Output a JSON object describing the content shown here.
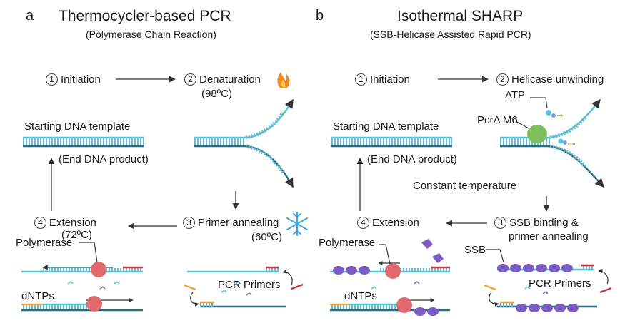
{
  "panel_a": {
    "letter": "a",
    "title": "Thermocycler-based PCR",
    "subtitle": "(Polymerase Chain Reaction)",
    "step1": {
      "num": "1",
      "label": "Initiation"
    },
    "step2": {
      "num": "2",
      "label": "Denaturation",
      "temp": "(98ºC)",
      "icon": "flame-icon"
    },
    "step3": {
      "num": "3",
      "label": "Primer annealing",
      "temp": "(60ºC)",
      "icon": "snowflake-icon"
    },
    "step4": {
      "num": "4",
      "label": "Extension",
      "temp": "(72ºC)"
    },
    "template_label": "Starting DNA template",
    "product_label": "(End DNA product)",
    "polymerase_label": "Polymerase",
    "dntps_label": "dNTPs",
    "primers_label": "PCR Primers"
  },
  "panel_b": {
    "letter": "b",
    "title": "Isothermal SHARP",
    "subtitle": "(SSB-Helicase Assisted Rapid PCR)",
    "step1": {
      "num": "1",
      "label": "Initiation"
    },
    "step2": {
      "num": "2",
      "label": "Helicase unwinding"
    },
    "step3": {
      "num": "3",
      "label1": "SSB binding &",
      "label2": "primer annealing"
    },
    "step4": {
      "num": "4",
      "label": "Extension"
    },
    "atp_label": "ATP",
    "helicase_label": "PcrA M6",
    "constant_label": "Constant temperature",
    "template_label": "Starting DNA template",
    "product_label": "(End DNA product)",
    "polymerase_label": "Polymerase",
    "dntps_label": "dNTPs",
    "ssb_label": "SSB",
    "primers_label": "PCR Primers"
  },
  "colors": {
    "dna_light": "#4fc3d9",
    "dna_dark": "#1f6f86",
    "polymerase": "#e06a6e",
    "primer_orange": "#f0a33a",
    "primer_red": "#c7343f",
    "ssb_purple": "#7b5cc4",
    "helicase_green": "#7dbf5a",
    "flame": "#f28a1e",
    "snow": "#3aa7e0"
  }
}
